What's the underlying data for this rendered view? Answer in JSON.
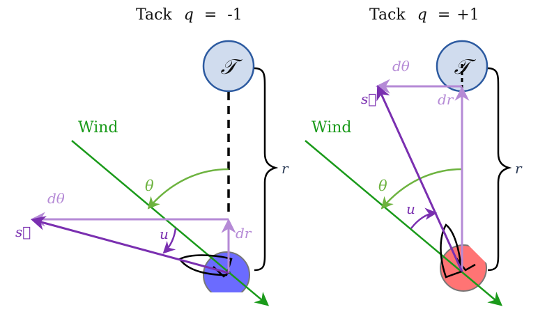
{
  "colors": {
    "wind": "#1a9a1a",
    "theta_arc": "#6db33f",
    "light_purple": "#b58ad6",
    "dark_purple": "#7a2fb0",
    "target_fill": "#d0dcee",
    "target_stroke": "#2c5aa0",
    "boat_left": "#6b6bff",
    "boat_right": "#ff7474",
    "boat_stroke": "#777777"
  },
  "panels": [
    {
      "title_prefix": "Tack",
      "title_var": "q",
      "title_eq": "=",
      "title_val": "-1",
      "target_label": "𝒯",
      "wind_label": "Wind",
      "theta_label": "θ",
      "dtheta_label": "dθ",
      "dr_label": "dr",
      "s_label": "s⃗",
      "u_label": "u",
      "r_label": "r"
    },
    {
      "title_prefix": "Tack",
      "title_var": "q",
      "title_eq": "=",
      "title_val": "+1",
      "target_label": "𝒯",
      "wind_label": "Wind",
      "theta_label": "θ",
      "dtheta_label": "dθ",
      "dr_label": "dr",
      "s_label": "s⃗",
      "u_label": "u",
      "r_label": "r"
    }
  ]
}
